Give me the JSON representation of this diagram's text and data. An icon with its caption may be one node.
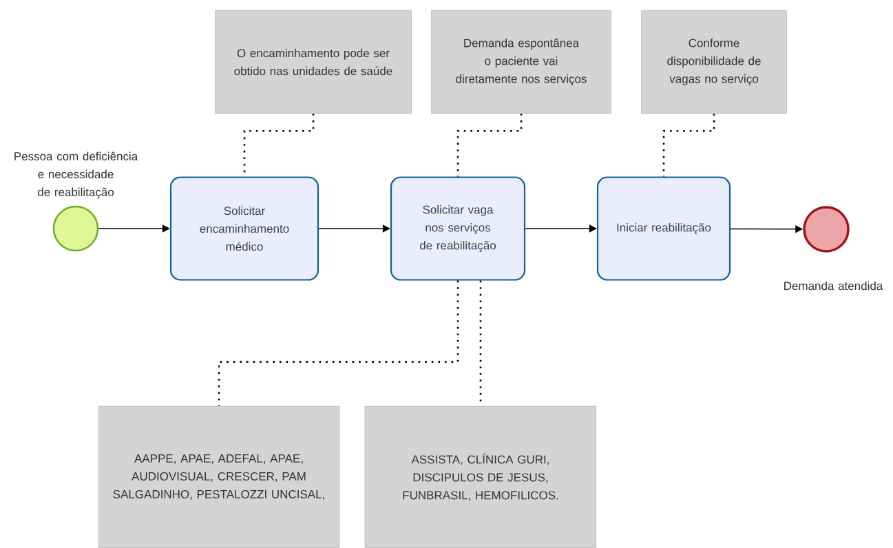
{
  "diagram": {
    "nodes": [
      {
        "text": [],
        "shape": "circle",
        "beside": [
          "Pessoa com deficiência e necessidade de reabilitação"
        ]
      },
      {
        "text": [
          "Solicitar encaminhamento médico"
        ]
      },
      {
        "text": [
          "Solicitar vaga nos serviços de reabilitação"
        ]
      },
      {
        "text": [
          "Iniciar reabilitação"
        ]
      },
      {
        "text": [],
        "shape": "circle",
        "beside": [
          "Demanda atendida"
        ]
      },
      {
        "text": [
          "O encaminhamento pode ser obtido nas unidades de saúde"
        ]
      },
      {
        "text": [
          "Demanda espontânea o paciente vai diretamente nos serviços"
        ]
      },
      {
        "text": [
          "Conforme disponibilidade de vagas no serviço"
        ]
      },
      {
        "text": [
          "AAPPE, APAE, ADEFAL, APAE, AUDIOVISUAL, CRESCER, PAM SALGADINHO, PESTALOZZI UNCISAL,"
        ]
      },
      {
        "text": [
          "ASSISTA, CLÍNICA GURI, DISCIPULOS DE JESUS, FUNBRASIL, HEMOFILICOS."
        ]
      }
    ],
    "edges": [
      {
        "from": 0,
        "to": 1,
        "arrow": "to"
      },
      {
        "from": 1,
        "to": 2,
        "arrow": "to"
      },
      {
        "from": 2,
        "to": 3,
        "arrow": "to"
      },
      {
        "from": 3,
        "to": 4,
        "arrow": "to"
      },
      {
        "from": 5,
        "to": 1,
        "arrow": "none",
        "style": "dashed"
      },
      {
        "from": 6,
        "to": 2,
        "arrow": "none",
        "style": "dashed"
      },
      {
        "from": 7,
        "to": 3,
        "arrow": "none",
        "style": "dashed"
      },
      {
        "from": 2,
        "to": 8,
        "arrow": "none",
        "style": "dashed"
      },
      {
        "from": 2,
        "to": 9,
        "arrow": "none",
        "style": "dashed"
      }
    ]
  }
}
